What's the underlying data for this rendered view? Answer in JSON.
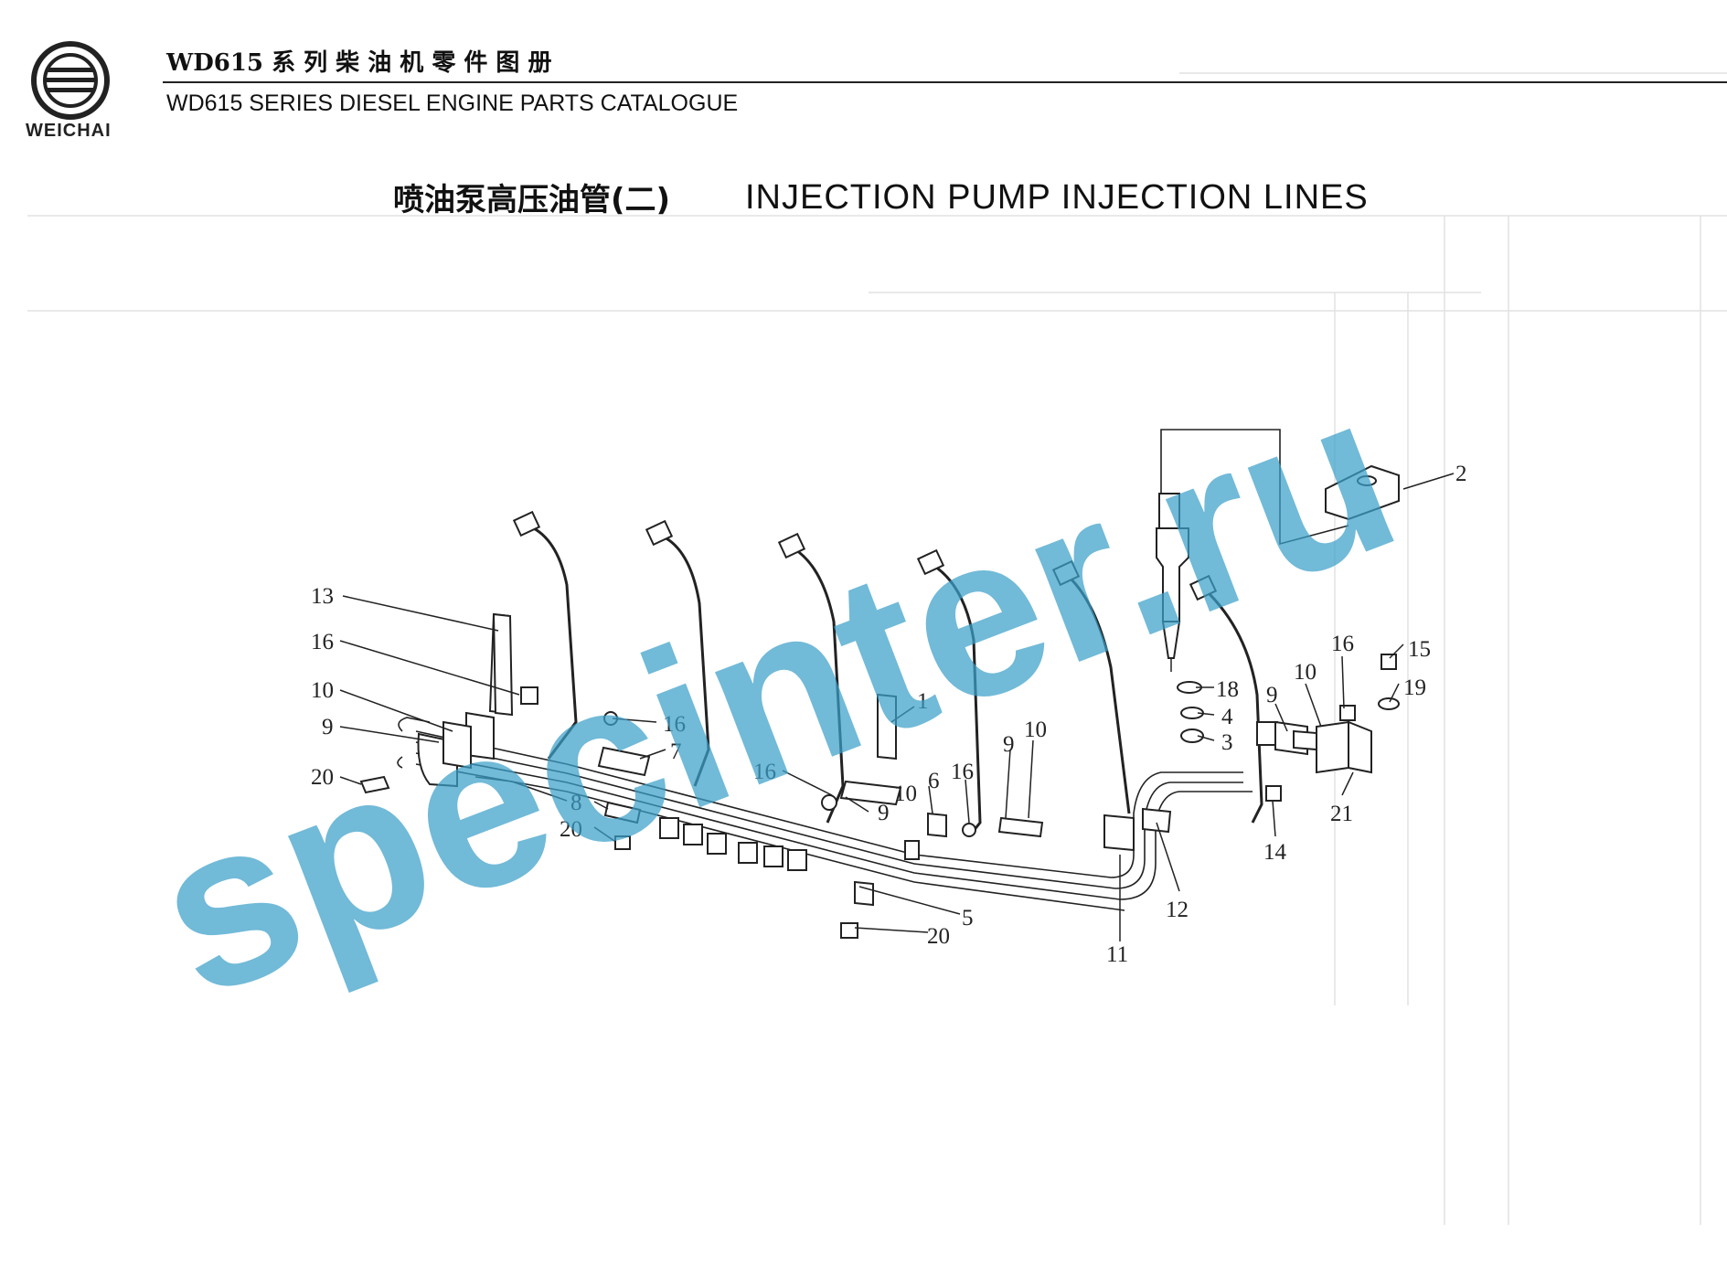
{
  "header": {
    "brand": "WEICHAI",
    "title_cn": "WD615 系 列 柴 油 机 零 件 图 册",
    "title_en": "WD615 SERIES DIESEL ENGINE PARTS CATALOGUE"
  },
  "page_title": {
    "cn": "喷油泵高压油管(二)",
    "en": "INJECTION PUMP INJECTION LINES"
  },
  "watermark": "specinter.ru",
  "callouts": [
    "13",
    "16",
    "10",
    "9",
    "20",
    "16",
    "7",
    "8",
    "20",
    "16",
    "9",
    "10",
    "1",
    "6",
    "16",
    "9",
    "10",
    "5",
    "20",
    "11",
    "12",
    "2",
    "18",
    "4",
    "3",
    "16",
    "15",
    "19",
    "10",
    "9",
    "14",
    "21"
  ],
  "colors": {
    "ink": "#222222",
    "watermark": "#3aa0c9",
    "ghost": "#d4d4d4"
  }
}
